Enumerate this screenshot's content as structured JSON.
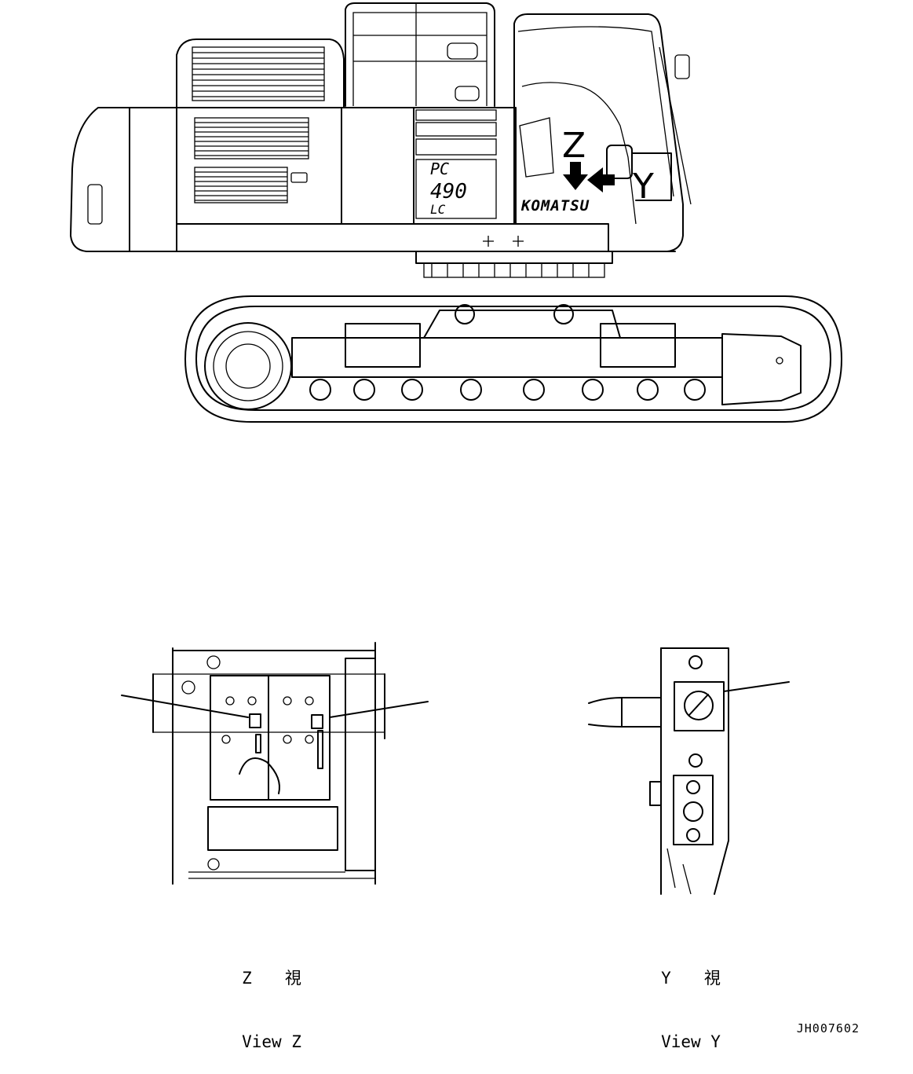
{
  "excavator": {
    "model_line1": "PC",
    "model_line2": "490",
    "model_line3": "LC",
    "brand": "KOMATSU",
    "arrow_z": "Z",
    "arrow_y": "Y"
  },
  "views": {
    "z_jp": "Z　　視",
    "z_en": "View Z",
    "y_jp": "Y　　視",
    "y_en": "View Y"
  },
  "drawing_id": "JH007602"
}
